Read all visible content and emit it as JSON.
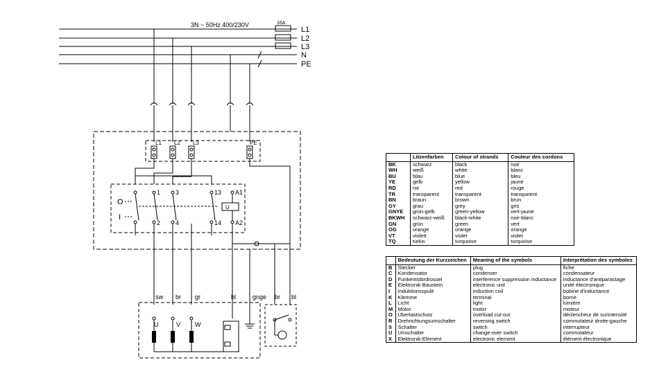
{
  "supply": {
    "spec": "3N ~ 50Hz 400/230V",
    "fuse": "16A",
    "lines": [
      "L1",
      "L2",
      "L3",
      "N",
      "PE"
    ]
  },
  "terminal_labels": [
    "L1",
    "L2",
    "L3",
    "PE"
  ],
  "switch_labels": {
    "top": [
      "1",
      "3",
      "13",
      "A1"
    ],
    "bottom": [
      "2",
      "4",
      "14",
      "A2"
    ],
    "position_off": "O",
    "position_on": "I",
    "changeover": "U"
  },
  "wire_labels": [
    "sw",
    "br",
    "gr",
    "bl",
    "gnge",
    "br",
    "bl"
  ],
  "motor_terminals": [
    "U",
    "V",
    "W"
  ],
  "colour_table": {
    "headers": [
      "",
      "Litzenfarben",
      "Colour of strands",
      "Couleur des cordons"
    ],
    "rows": [
      [
        "BK",
        "schwarz",
        "black",
        "noir"
      ],
      [
        "WH",
        "weiß",
        "white",
        "blanc"
      ],
      [
        "BU",
        "blau",
        "blue",
        "bleu"
      ],
      [
        "YE",
        "gelb",
        "yellow",
        "jaune"
      ],
      [
        "RD",
        "rot",
        "red",
        "rouge"
      ],
      [
        "TR",
        "transparent",
        "transparent",
        "transparent"
      ],
      [
        "BN",
        "braun",
        "brown",
        "brun"
      ],
      [
        "GY",
        "grau",
        "grey",
        "gris"
      ],
      [
        "GNYE",
        "grün-gelb",
        "green-yellow",
        "vert-jaune"
      ],
      [
        "BKWH",
        "schwarz-weiß",
        "black-white",
        "noir-blanc"
      ],
      [
        "GN",
        "grün",
        "green",
        "vert"
      ],
      [
        "OG",
        "orange",
        "orange",
        "orange"
      ],
      [
        "VT",
        "violett",
        "violet",
        "violet"
      ],
      [
        "TQ",
        "türkis",
        "turquoise",
        "turquoise"
      ]
    ]
  },
  "symbol_table": {
    "headers": [
      "",
      "Bedeutung der Kurzzeichen",
      "Meaning of the symbols",
      "Interprétation des symboles"
    ],
    "rows": [
      [
        "B",
        "Stecker",
        "plug",
        "fiche"
      ],
      [
        "C",
        "Kondensator",
        "condenser",
        "condensateur"
      ],
      [
        "D",
        "Funkentstördrossel",
        "interference suppression inductance",
        "inductance d'antiparastage"
      ],
      [
        "E",
        "Elektronik-Baustein",
        "electronic unit",
        "unité électronique"
      ],
      [
        "I",
        "Induktionsspule",
        "induction coil",
        "bobine d'inductance"
      ],
      [
        "K",
        "Klemme",
        "terminal",
        "borne"
      ],
      [
        "L",
        "Licht",
        "light",
        "lumière"
      ],
      [
        "M",
        "Motor",
        "motor",
        "moteur"
      ],
      [
        "O",
        "Übertastschutz",
        "overload cut-out",
        "déclencheur de surintensité"
      ],
      [
        "R",
        "Drehrichtungsumschalter",
        "reversing switch",
        "commutateur droite-gauche"
      ],
      [
        "S",
        "Schalter",
        "switch",
        "interrupteur"
      ],
      [
        "U",
        "Umschalter",
        "change-over switch",
        "commutateur"
      ],
      [
        "X",
        "Elektronik-Element",
        "electronic element",
        "élément électronique"
      ]
    ]
  }
}
